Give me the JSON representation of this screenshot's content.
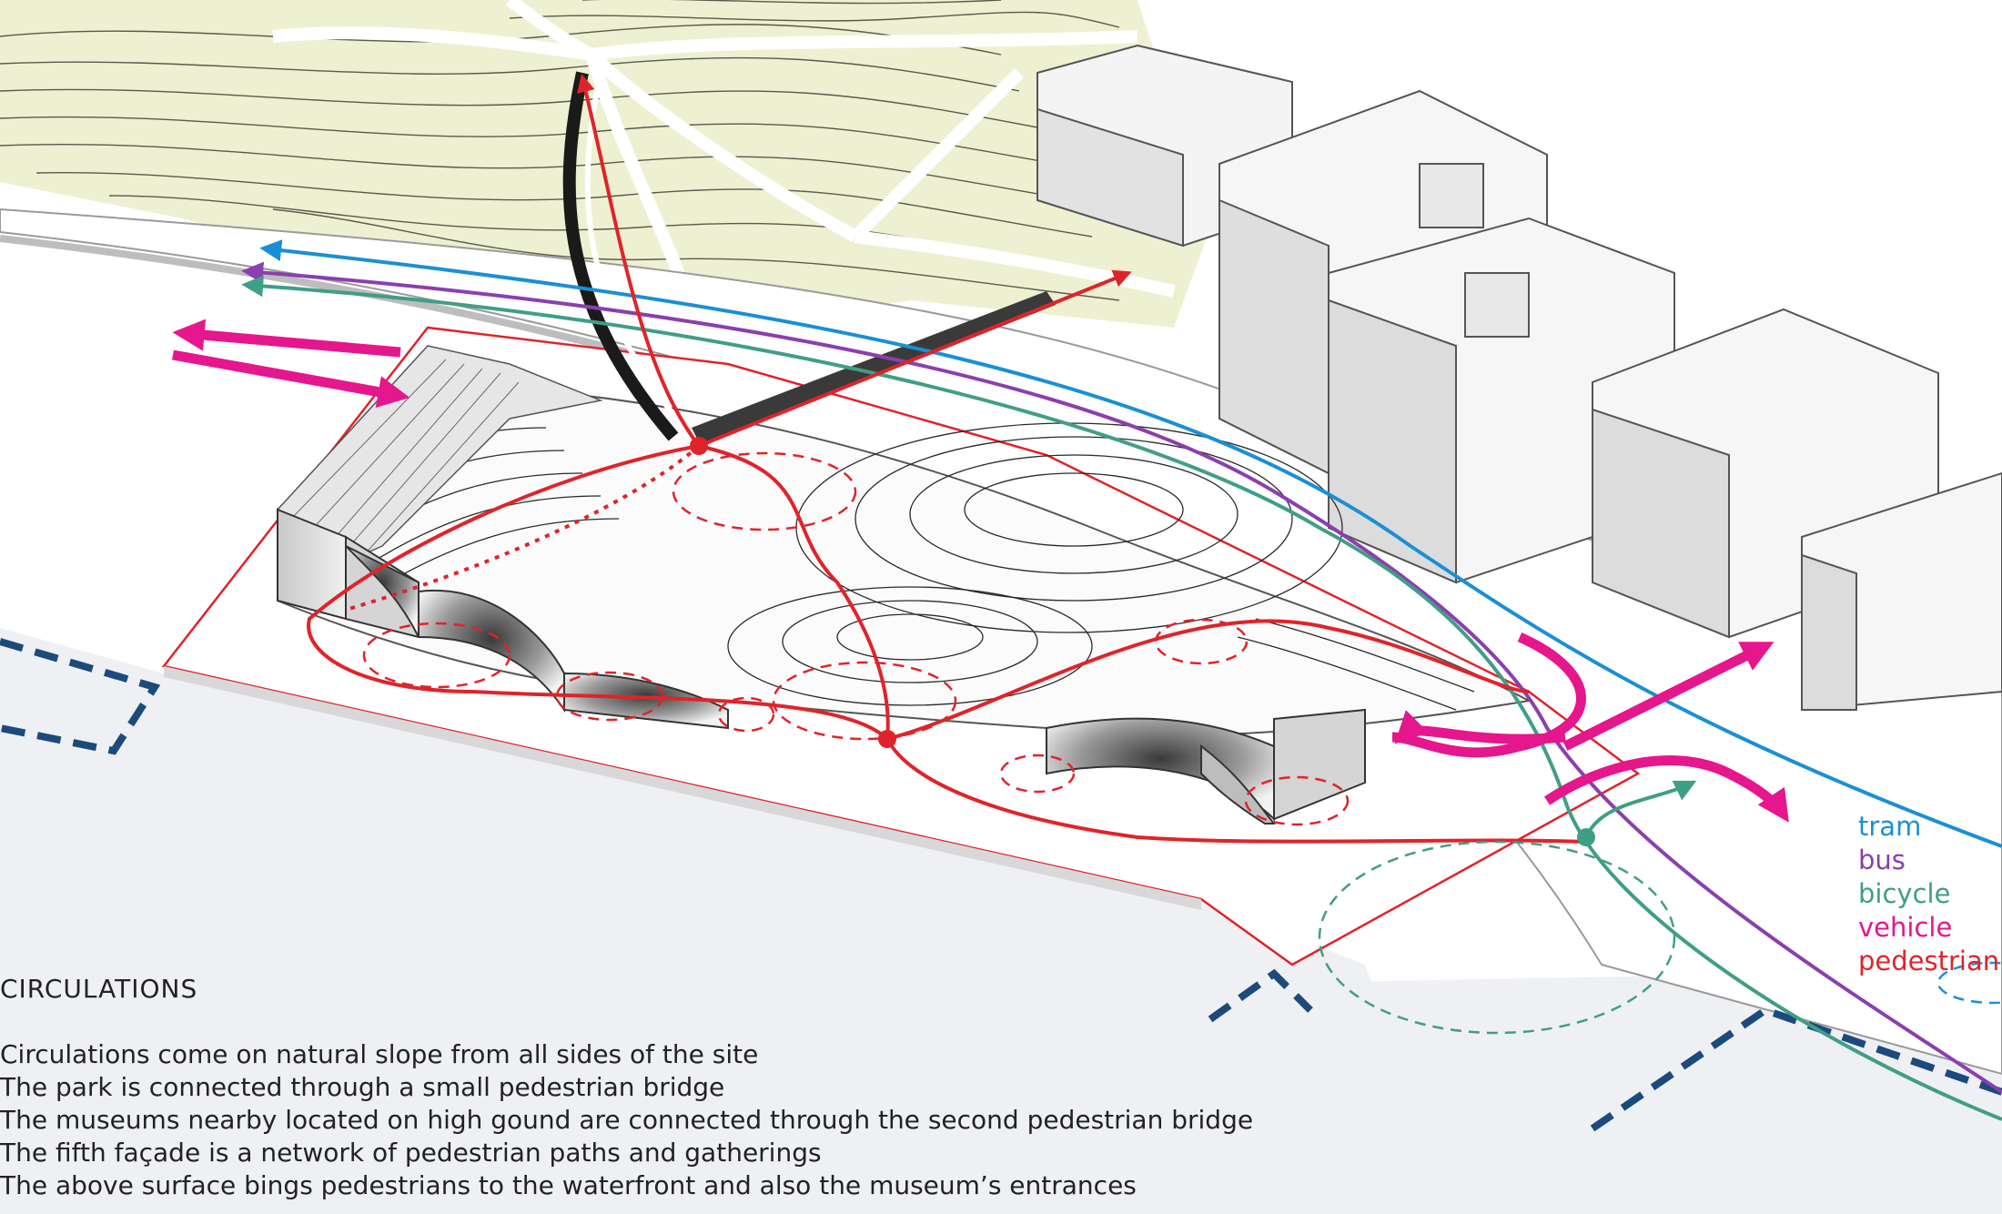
{
  "legend": {
    "items": [
      {
        "label": "tram",
        "color": "#1a8fd6"
      },
      {
        "label": "bus",
        "color": "#8a3fb0"
      },
      {
        "label": "bicycle",
        "color": "#3f9e86"
      },
      {
        "label": "vehicle",
        "color": "#e6168c"
      },
      {
        "label": "pedestrian",
        "color": "#e0232a"
      }
    ]
  },
  "text": {
    "heading": "CIRCULATIONS",
    "lines": [
      "Circulations come on natural slope from all sides of the site",
      "The park is connected through a small pedestrian bridge",
      "The museums nearby located on high gound are connected through the second pedestrian bridge",
      "The fifth façade is a network of pedestrian paths and gatherings",
      "The above surface bings pedestrians to the waterfront and also the museum’s entrances"
    ]
  },
  "colors": {
    "tram": "#1a8fd6",
    "bus": "#8a3fb0",
    "bicycle": "#3f9e86",
    "vehicle": "#e6168c",
    "pedestrian": "#e0232a",
    "park": "#eef0d2",
    "water": "#eef0f3",
    "dashed_boundary": "#1c4a7c"
  }
}
